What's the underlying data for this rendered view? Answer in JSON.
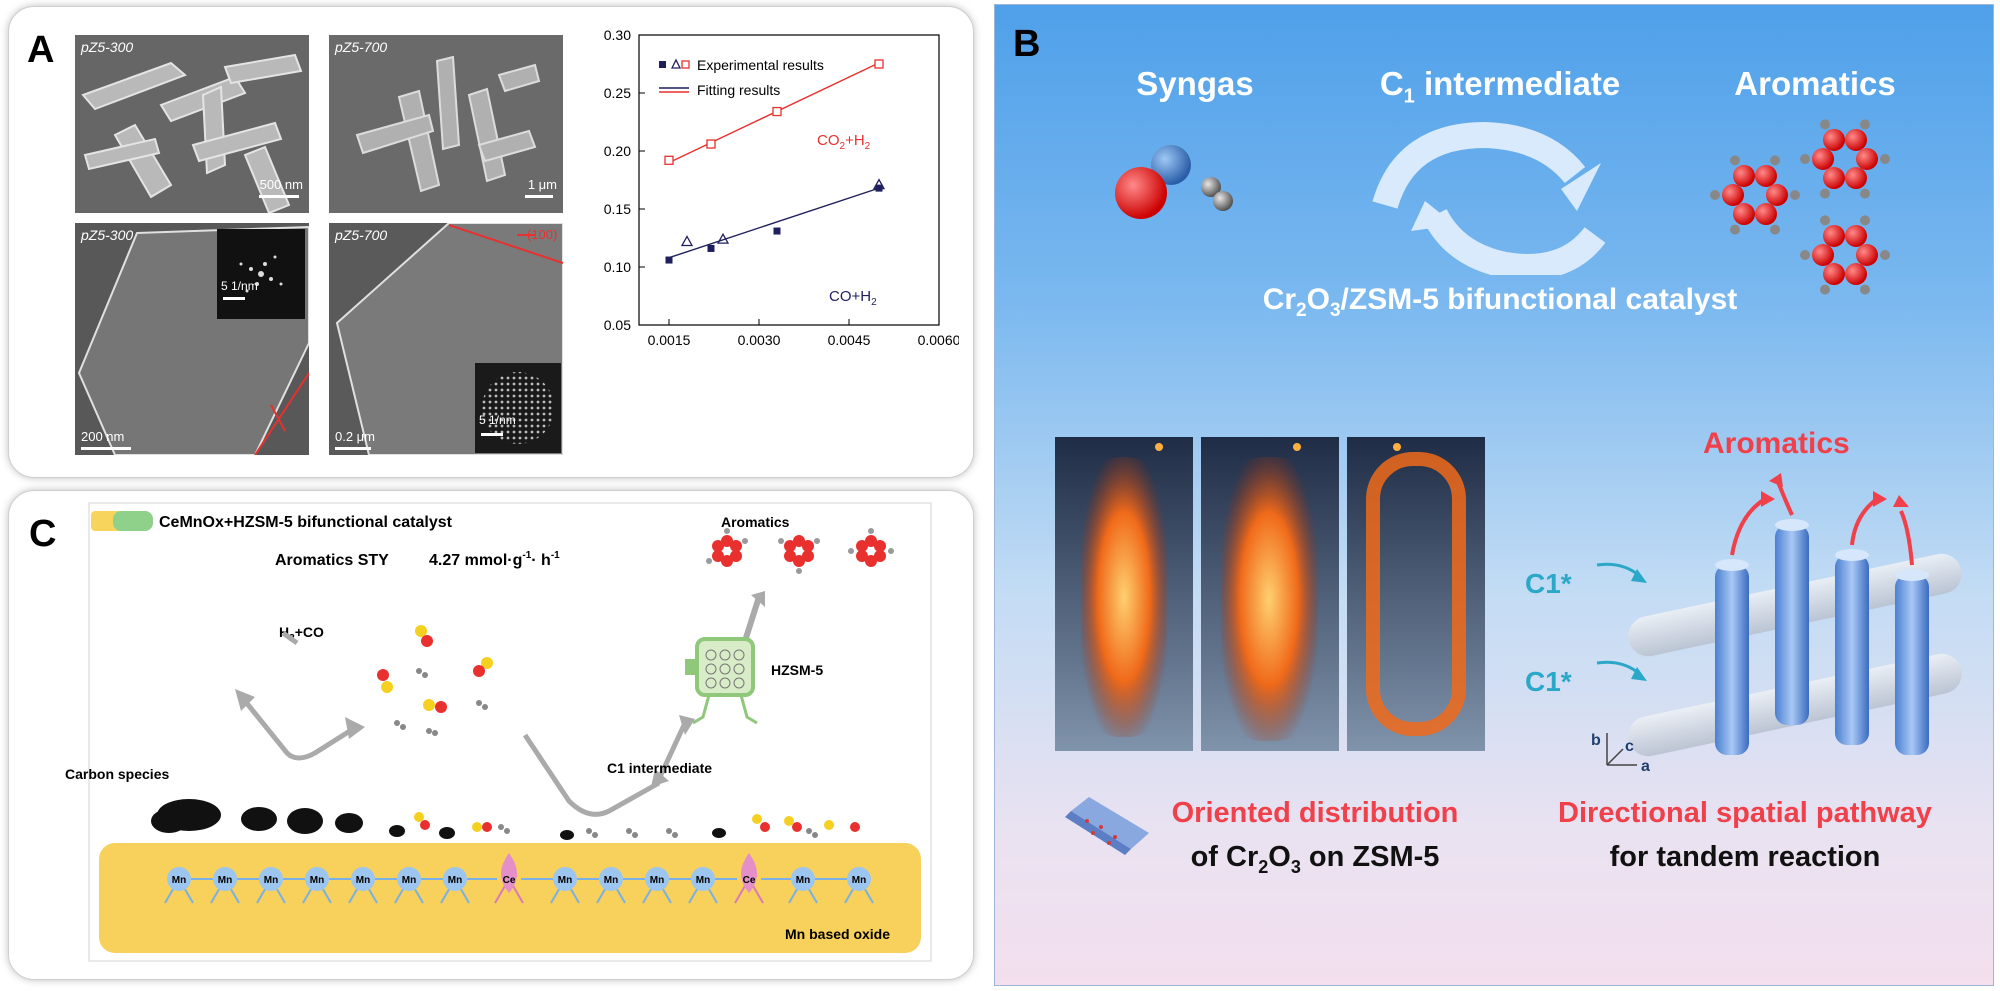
{
  "panel_a": {
    "letter": "A",
    "sem_left_label": "pZ5-300",
    "sem_left_scale": "500 nm",
    "sem_right_label": "pZ5-700",
    "sem_right_scale": "1 μm",
    "tem_left_label": "pZ5-300",
    "tem_left_scale": "200 nm",
    "tem_left_inset_scale": "5 1/nm",
    "tem_right_label": "pZ5-700",
    "tem_right_scale": "0.2 μm",
    "tem_right_inset_scale": "5 1/nm",
    "tem_right_facet": "(100)"
  },
  "chart_data": {
    "type": "scatter",
    "xlim": [
      0.001,
      0.006
    ],
    "ylim": [
      0.05,
      0.3
    ],
    "x_ticks": [
      "0.0015",
      "0.0030",
      "0.0045",
      "0.0060"
    ],
    "y_ticks": [
      "0.05",
      "0.10",
      "0.15",
      "0.20",
      "0.25",
      "0.30"
    ],
    "legend": [
      "Experimental results",
      "Fitting results"
    ],
    "legend_position": "top-left",
    "series": [
      {
        "name": "CO2+H2",
        "label_main": "CO",
        "label_sub": "2",
        "label_tail": "+H",
        "label_sub2": "2",
        "color": "#e8302e",
        "marker": "open-square",
        "x": [
          0.0015,
          0.0022,
          0.0033,
          0.005
        ],
        "y": [
          0.192,
          0.206,
          0.234,
          0.275
        ],
        "fit": [
          [
            0.0015,
            0.19
          ],
          [
            0.005,
            0.276
          ]
        ]
      },
      {
        "name": "CO+H2",
        "label_main": "CO+H",
        "label_sub": "2",
        "color": "#1f1f5e",
        "marker": "filled-square",
        "x": [
          0.0015,
          0.0022,
          0.0033,
          0.005
        ],
        "y": [
          0.106,
          0.116,
          0.131,
          0.168
        ],
        "fit": [
          [
            0.0015,
            0.108
          ],
          [
            0.005,
            0.168
          ]
        ]
      },
      {
        "name": "CO+H2 (triangles)",
        "color": "#1f1f5e",
        "marker": "open-triangle",
        "x": [
          0.0018,
          0.0024,
          0.005
        ],
        "y": [
          0.122,
          0.124,
          0.171
        ]
      }
    ]
  },
  "panel_b": {
    "letter": "B",
    "syngas": "Syngas",
    "c1_main": "C",
    "c1_sub": "1",
    "c1_tail": " intermediate",
    "aromatics": "Aromatics",
    "catalyst_a": "Cr",
    "catalyst_sub1": "2",
    "catalyst_b": "O",
    "catalyst_sub2": "3",
    "catalyst_c": "/ZSM-5 bifunctional catalyst",
    "aromatics_red": "Aromatics",
    "c1_star_top": "C1*",
    "c1_star_bottom": "C1*",
    "axis_a": "a",
    "axis_b": "b",
    "axis_c": "c",
    "oriented_line1": "Oriented distribution",
    "oriented_line2_a": "of Cr",
    "oriented_sub1": "2",
    "oriented_line2_b": "O",
    "oriented_sub2": "3",
    "oriented_line2_c": " on ZSM-5",
    "directional_line1": "Directional spatial pathway",
    "directional_line2": "for tandem reaction",
    "colors": {
      "red_text": "#f0404a",
      "cyan": "#2ba8c8"
    }
  },
  "panel_c": {
    "letter": "C",
    "title": "CeMnOx+HZSM-5 bifunctional catalyst",
    "sty_label": "Aromatics STY",
    "sty_value": "4.27 mmol·g",
    "sty_exp1": "-1",
    "sty_mid": "· h",
    "sty_exp2": "-1",
    "aromatics": "Aromatics",
    "h2co_a": "H",
    "h2co_sub": "2",
    "h2co_b": "+CO",
    "hzsm5": "HZSM-5",
    "carbon_species": "Carbon species",
    "c1_intermediate": "C1 intermediate",
    "mn_label": "Mn",
    "ce_label": "Ce",
    "oxide_label": "Mn based oxide"
  }
}
